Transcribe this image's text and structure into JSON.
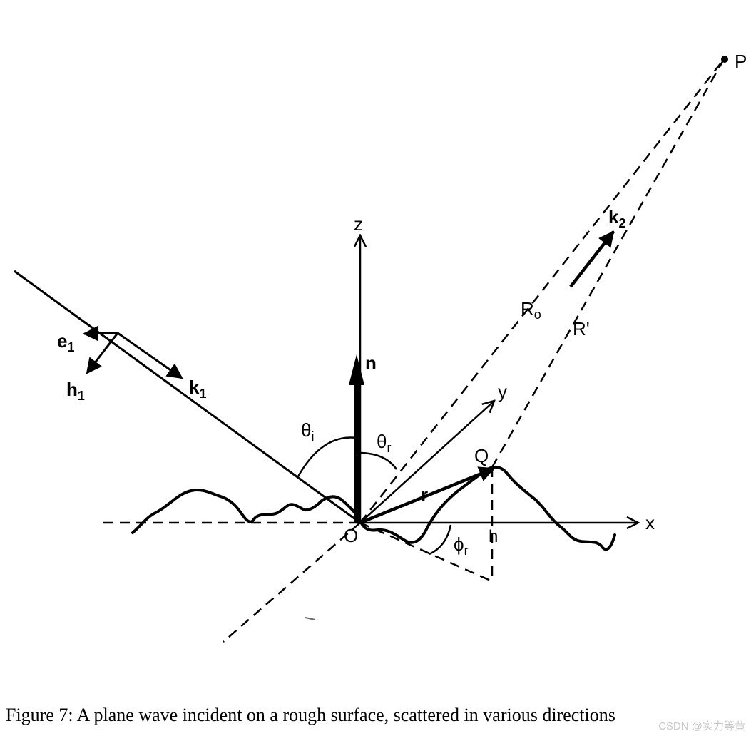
{
  "labels": {
    "point_p": "P",
    "axis_z": "z",
    "axis_y": "y",
    "axis_x": "x",
    "origin": "O",
    "point_q": "Q",
    "height": "h",
    "normal": "n",
    "k1_main": "k",
    "k1_sub": "1",
    "e1_main": "e",
    "e1_sub": "1",
    "h1_main": "h",
    "h1_sub": "1",
    "k2_main": "k",
    "k2_sub": "2",
    "r_vec": "r",
    "r0_main": "R",
    "r0_sub": "o",
    "r_prime": "R'",
    "theta_i_main": "θ",
    "theta_i_sub": "i",
    "theta_r_main": "θ",
    "theta_r_sub": "r",
    "phi_r_main": "ϕ",
    "phi_r_sub": "r"
  },
  "caption": "Figure 7: A plane wave incident on a rough surface, scattered in various directions",
  "watermark": "CSDN @实力等黄"
}
